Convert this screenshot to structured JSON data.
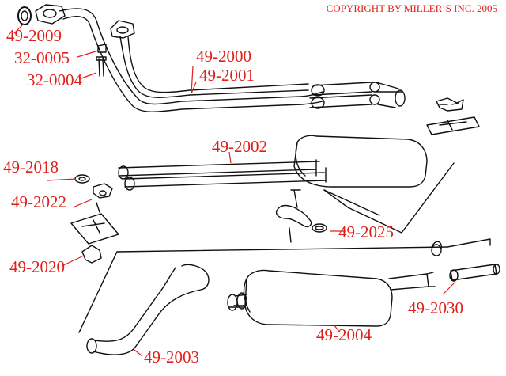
{
  "diagram": {
    "copyright": "COPYRIGHT BY MILLER’S INC. 2005",
    "label_color": "#e0201a",
    "line_color": "#111111",
    "labels": {
      "l2009": "49-2009",
      "l0005": "32-0005",
      "l0004": "32-0004",
      "l2000": "49-2000",
      "l2001": "49-2001",
      "l2002": "49-2002",
      "l2018": "49-2018",
      "l2022": "49-2022",
      "l2020": "49-2020",
      "l2025": "49-2025",
      "l2003": "49-2003",
      "l2004": "49-2004",
      "l2030": "49-2030"
    }
  }
}
